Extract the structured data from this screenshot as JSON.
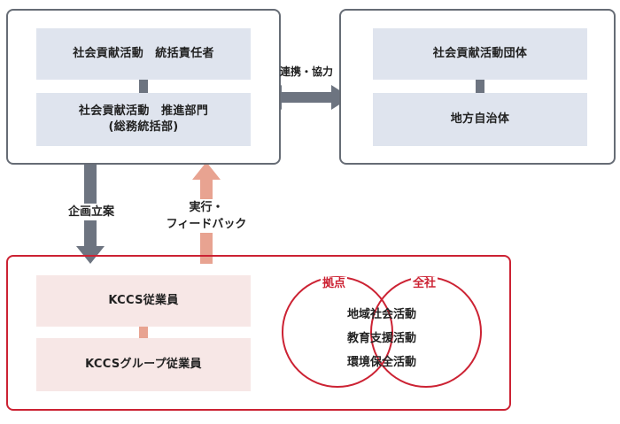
{
  "top_left": {
    "box1": "社会貢献活動　統括責任者",
    "box2_line1": "社会貢献活動　推進部門",
    "box2_line2": "(総務統括部)"
  },
  "top_right": {
    "box1": "社会貢献活動団体",
    "box2": "地方自治体"
  },
  "link_label": "連携・協力",
  "down_label": "企画立案",
  "up_label_line1": "実行・",
  "up_label_line2": "フィードバック",
  "bottom": {
    "box1": "KCCS従業員",
    "box2": "KCCSグループ従業員"
  },
  "venn": {
    "left_tag": "拠点",
    "right_tag": "全社",
    "line1": "地域社会活動",
    "line2": "教育支援活動",
    "line3": "環境保全活動"
  },
  "colors": {
    "gray_border": "#666c75",
    "red_border": "#cc2233",
    "blue_fill": "#dfe4ee",
    "pink_fill": "#f7e7e6",
    "arrow_dark": "#6d7480",
    "arrow_salmon": "#e8a391"
  }
}
